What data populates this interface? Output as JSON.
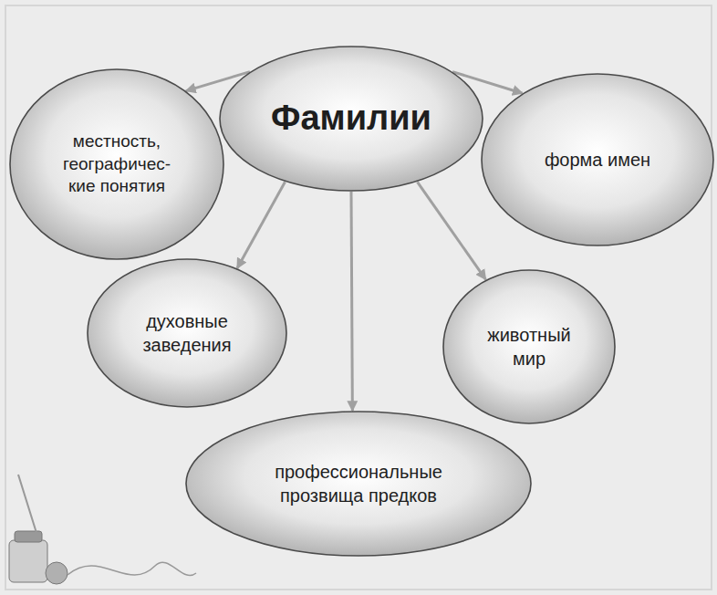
{
  "diagram": {
    "nodes": [
      {
        "text": [
          "Фамилии"
        ]
      },
      {
        "text": [
          "местность, географичес- кие понятия"
        ]
      },
      {
        "text": [
          "форма имен"
        ]
      },
      {
        "text": [
          "духовные заведения"
        ]
      },
      {
        "text": [
          "животный мир"
        ]
      },
      {
        "text": [
          "профессиональные прозвища предков"
        ]
      }
    ],
    "edges": [
      {
        "from": 0,
        "to": 1,
        "arrow": "to"
      },
      {
        "from": 0,
        "to": 2,
        "arrow": "to"
      },
      {
        "from": 0,
        "to": 3,
        "arrow": "to"
      },
      {
        "from": 0,
        "to": 4,
        "arrow": "to"
      },
      {
        "from": 0,
        "to": 5,
        "arrow": "to"
      }
    ]
  }
}
